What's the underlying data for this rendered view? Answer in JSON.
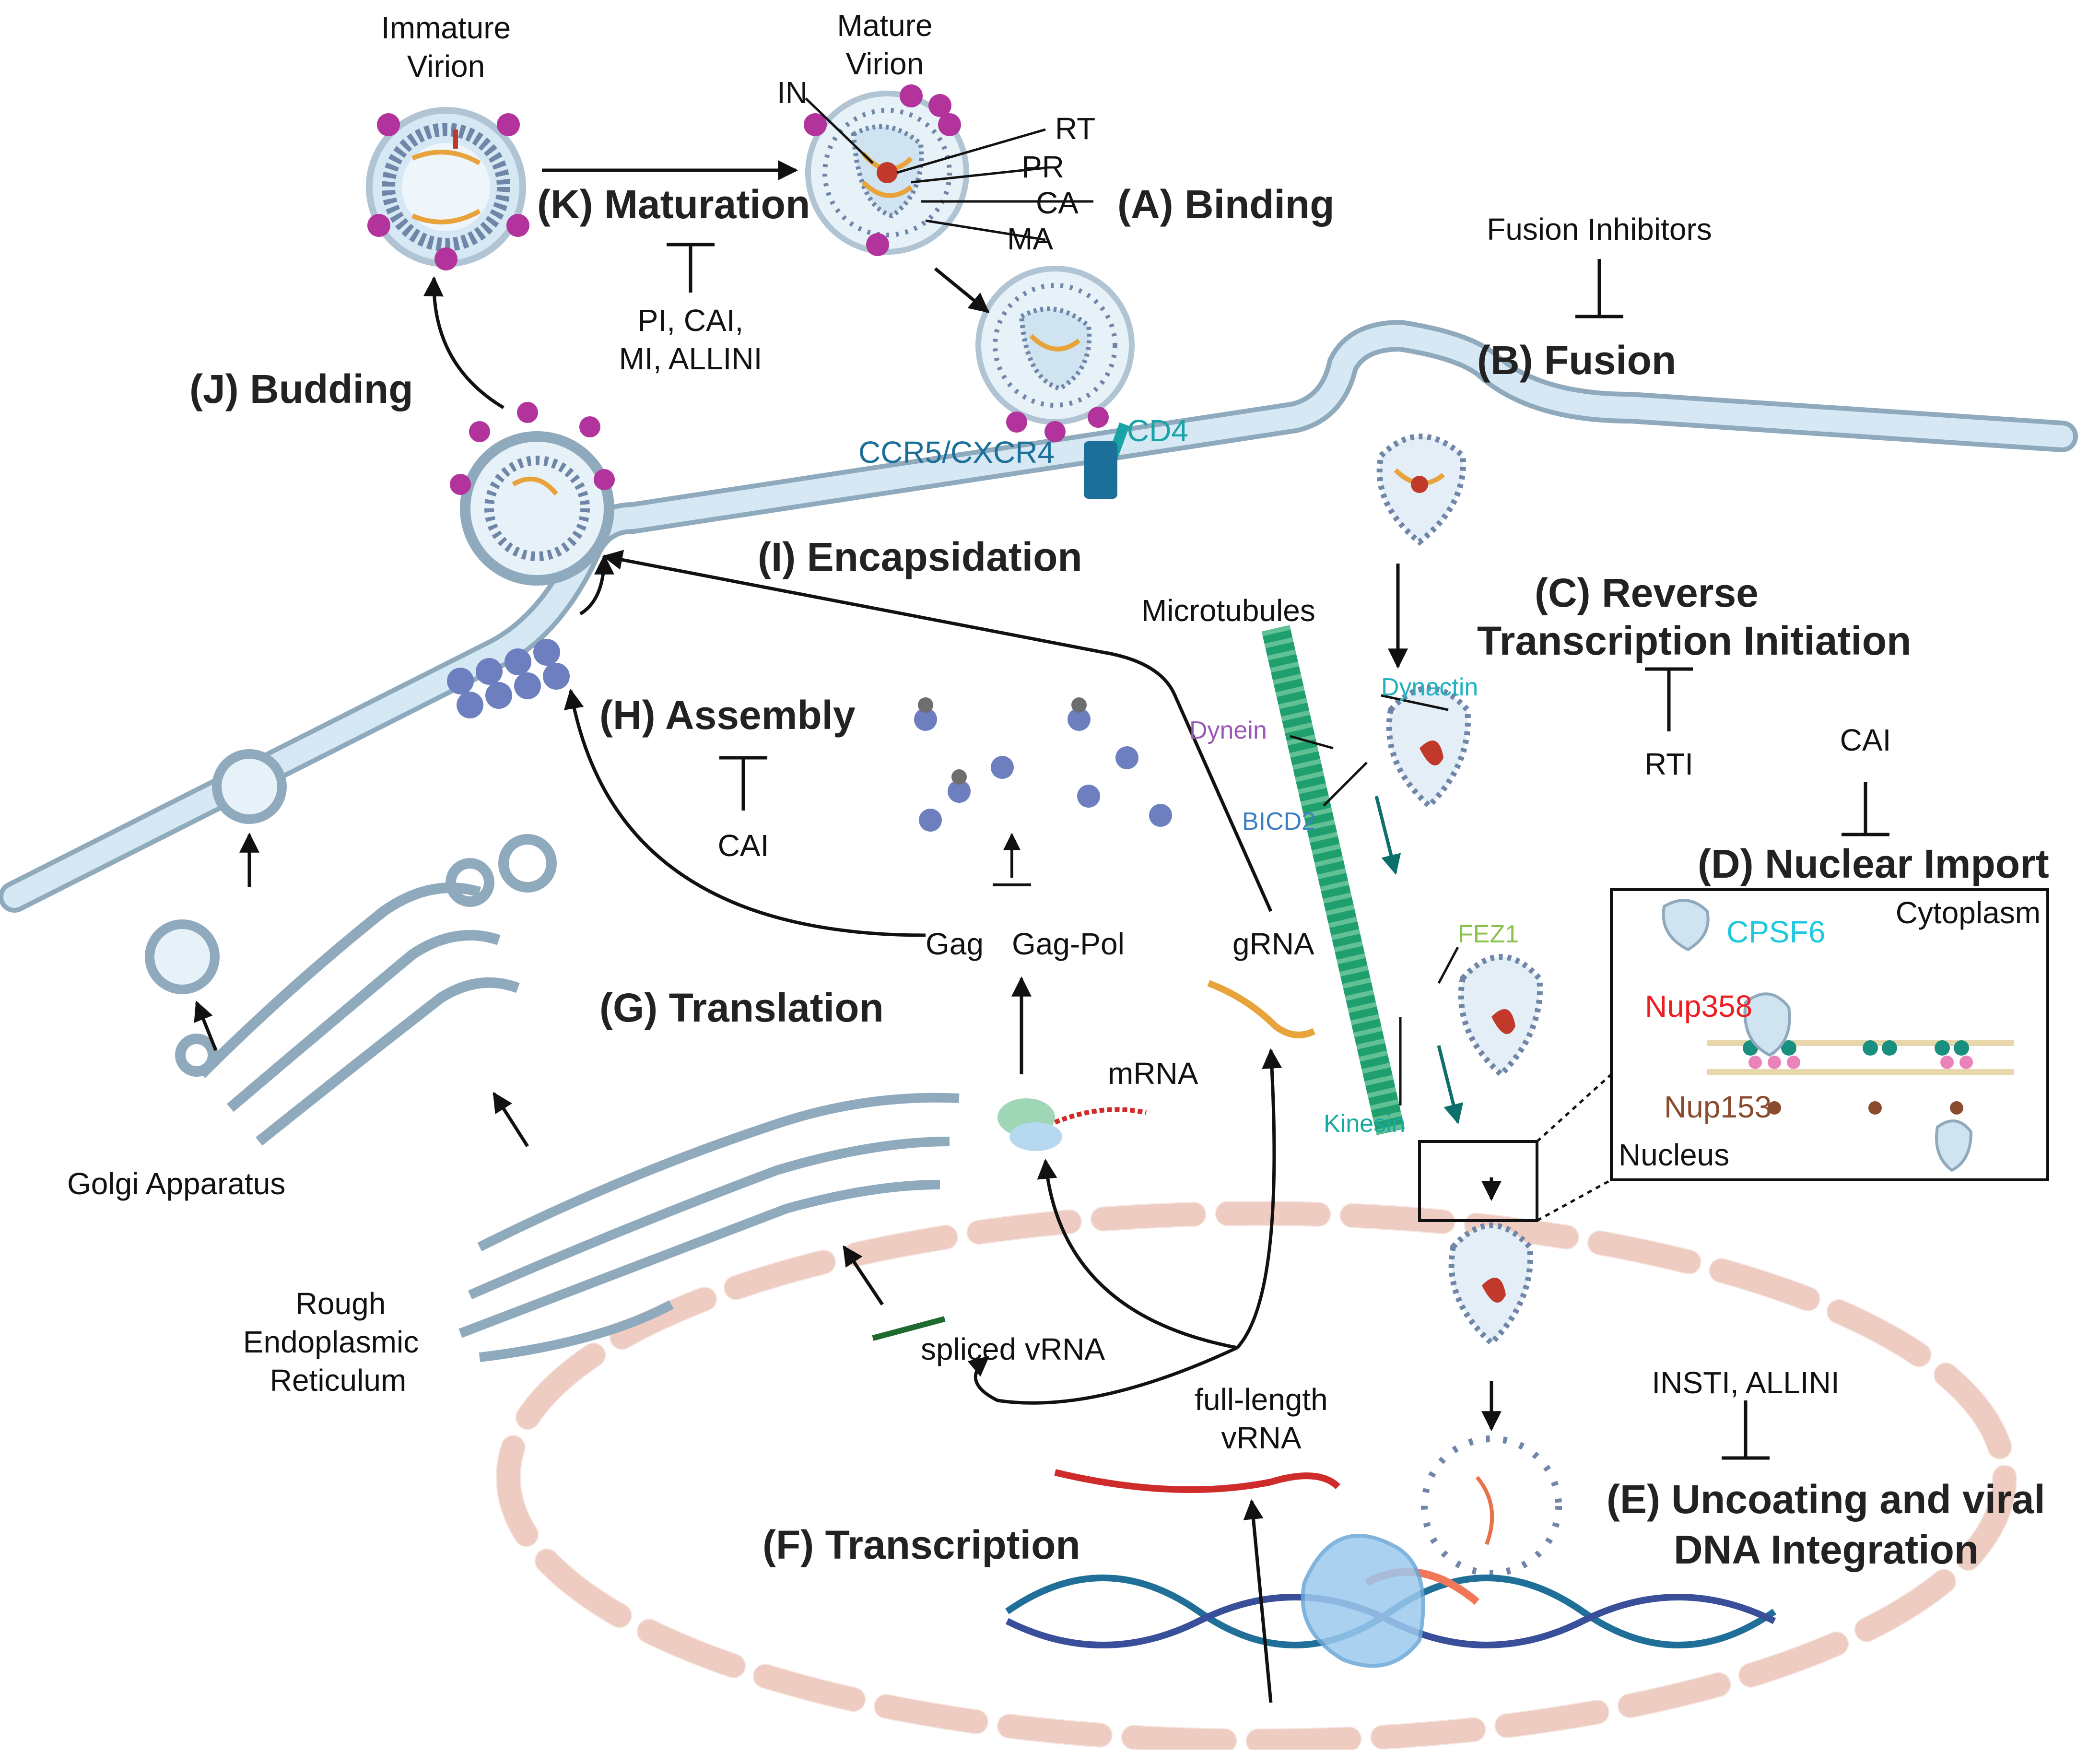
{
  "steps": {
    "binding": "(A) Binding",
    "fusion": "(B) Fusion",
    "rt_line1": "(C) Reverse",
    "rt_line2": "Transcription Initiation",
    "nuclear_import": "(D) Nuclear Import",
    "uncoating_line1": "(E) Uncoating and viral",
    "uncoating_line2": "DNA Integration",
    "transcription": "(F) Transcription",
    "translation": "(G) Translation",
    "assembly": "(H) Assembly",
    "encapsidation": "(I) Encapsidation",
    "budding": "(J) Budding",
    "maturation": "(K) Maturation"
  },
  "virions": {
    "immature_line1": "Immature",
    "immature_line2": "Virion",
    "mature_line1": "Mature",
    "mature_line2": "Virion",
    "in": "IN",
    "rt": "RT",
    "pr": "PR",
    "ca": "CA",
    "ma": "MA"
  },
  "receptors": {
    "cd4": "CD4",
    "coreceptor": "CCR5/CXCR4"
  },
  "inhibitors": {
    "fusion": "Fusion Inhibitors",
    "maturation_line1": "PI, CAI,",
    "maturation_line2": "MI, ALLINI",
    "assembly": "CAI",
    "rti": "RTI",
    "nuclear_import": "CAI",
    "integration": "INSTI, ALLINI"
  },
  "transport": {
    "microtubules": "Microtubules",
    "dynactin": "Dynactin",
    "dynein": "Dynein",
    "bicd2": "BICD2",
    "fez1": "FEZ1",
    "kinesin": "Kinesin"
  },
  "nuclear_pore_inset": {
    "cytoplasm": "Cytoplasm",
    "cpsf6": "CPSF6",
    "nup358": "Nup358",
    "nup153": "Nup153",
    "nucleus": "Nucleus"
  },
  "rna": {
    "gag": "Gag",
    "gag_pol": "Gag-Pol",
    "grna": "gRNA",
    "mrna": "mRNA",
    "spliced": "spliced vRNA",
    "full_length_line1": "full-length",
    "full_length_line2": "vRNA"
  },
  "organelles": {
    "golgi": "Golgi Apparatus",
    "rer_line1": "Rough",
    "rer_line2": "Endoplasmic",
    "rer_line3": "Reticulum"
  },
  "colors": {
    "membrane_fill": "#cfe3f1",
    "membrane_stroke": "#8fa9bd",
    "envelope_protein": "#b2339c",
    "capsid_dots": "#6f86a8",
    "rna_orange": "#e8a33a",
    "rna_red": "#c0392b",
    "nucleus_envelope": "#f3d6cc",
    "microtubule": "#1f9e6e",
    "dynactin": "#1fb2c4",
    "dynein": "#9b59b6",
    "bicd2": "#3d7fc1",
    "fez1": "#8bc34a",
    "kinesin": "#18a9a0",
    "cpsf6": "#1ec8dd",
    "nup358": "#ee1d23",
    "nup153": "#8a4b2f",
    "coreceptor": "#1b6f99",
    "gag_dot": "#6e7fbf"
  }
}
